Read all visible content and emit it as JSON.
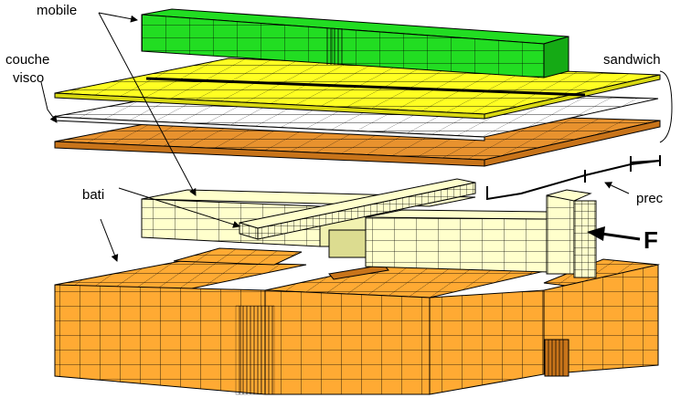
{
  "labels": {
    "mobile": "mobile",
    "couche_line1": "couche",
    "couche_line2": "visco",
    "sandwich": "sandwich",
    "bati": "bati",
    "prec": "prec",
    "force": "F"
  },
  "colors": {
    "mobile": "#22dd22",
    "yellow_plate": "#ffff22",
    "white_plate": "#ffffff",
    "orange_plate": "#e8922e",
    "cream": "#ffffcc",
    "bati_orange": "#ffaa33",
    "bati_orange_dark": "#e08a1a",
    "stroke": "#000000"
  }
}
